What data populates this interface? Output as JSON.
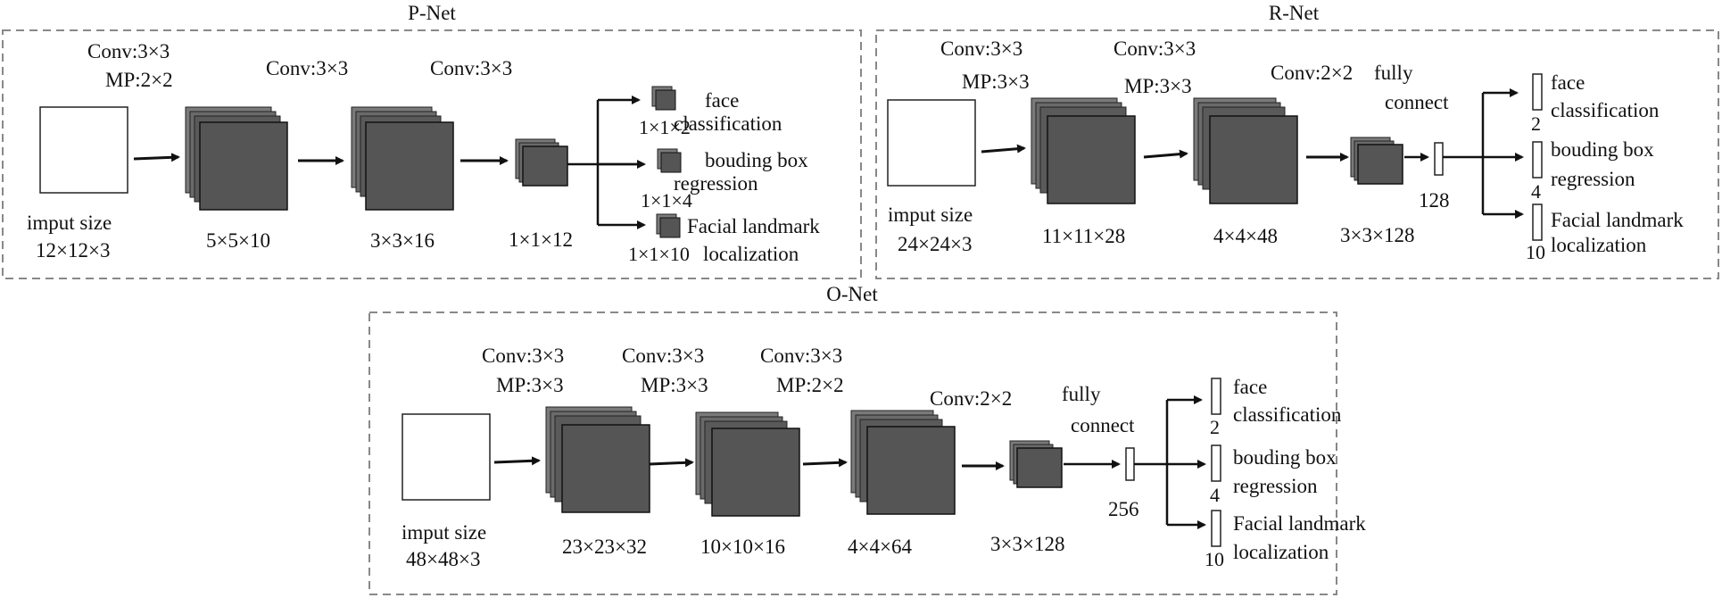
{
  "pnet": {
    "title": "P-Net",
    "input_label": "imput size",
    "input_dim": "12×12×3",
    "conv1": "Conv:3×3",
    "mp1": "MP:2×2",
    "conv2": "Conv:3×3",
    "conv3": "Conv:3×3",
    "dim1": "5×5×10",
    "dim2": "3×3×16",
    "dim3": "1×1×12",
    "out1_label1": "face",
    "out1_label2": "classification",
    "out1_dim": "1×1×2",
    "out2_label1": "bouding box",
    "out2_label2": "regression",
    "out2_dim": "1×1×4",
    "out3_label1": "Facial landmark",
    "out3_label2": "localization",
    "out3_dim": "1×1×10"
  },
  "rnet": {
    "title": "R-Net",
    "input_label": "imput size",
    "input_dim": "24×24×3",
    "conv1": "Conv:3×3",
    "mp1": "MP:3×3",
    "conv2": "Conv:3×3",
    "mp2": "MP:3×3",
    "conv3": "Conv:2×2",
    "fc_label": "fully",
    "fc_label2": "connect",
    "dim1": "11×11×28",
    "dim2": "4×4×48",
    "dim3": "3×3×128",
    "fc_dim": "128",
    "out1_label1": "face",
    "out1_label2": "classification",
    "out1_dim": "2",
    "out2_label1": "bouding box",
    "out2_label2": "regression",
    "out2_dim": "4",
    "out3_label1": "Facial landmark",
    "out3_label2": "localization",
    "out3_dim": "10"
  },
  "onet": {
    "title": "O-Net",
    "input_label": "imput size",
    "input_dim": "48×48×3",
    "conv1": "Conv:3×3",
    "mp1": "MP:3×3",
    "conv2": "Conv:3×3",
    "mp2": "MP:3×3",
    "conv3": "Conv:3×3",
    "mp3": "MP:2×2",
    "conv4": "Conv:2×2",
    "fc_label": "fully",
    "fc_label2": "connect",
    "dim1": "23×23×32",
    "dim2": "10×10×16",
    "dim3": "4×4×64",
    "dim4": "3×3×128",
    "fc_dim": "256",
    "out1_label1": "face",
    "out1_label2": "classification",
    "out1_dim": "2",
    "out2_label1": "bouding box",
    "out2_label2": "regression",
    "out2_dim": "4",
    "out3_label1": "Facial landmark",
    "out3_label2": "localization",
    "out3_dim": "10"
  },
  "colors": {
    "block_fill": "#5a5a5a",
    "block_back": "#7a7a7a",
    "frame": "#888888",
    "arrow": "#111111"
  }
}
